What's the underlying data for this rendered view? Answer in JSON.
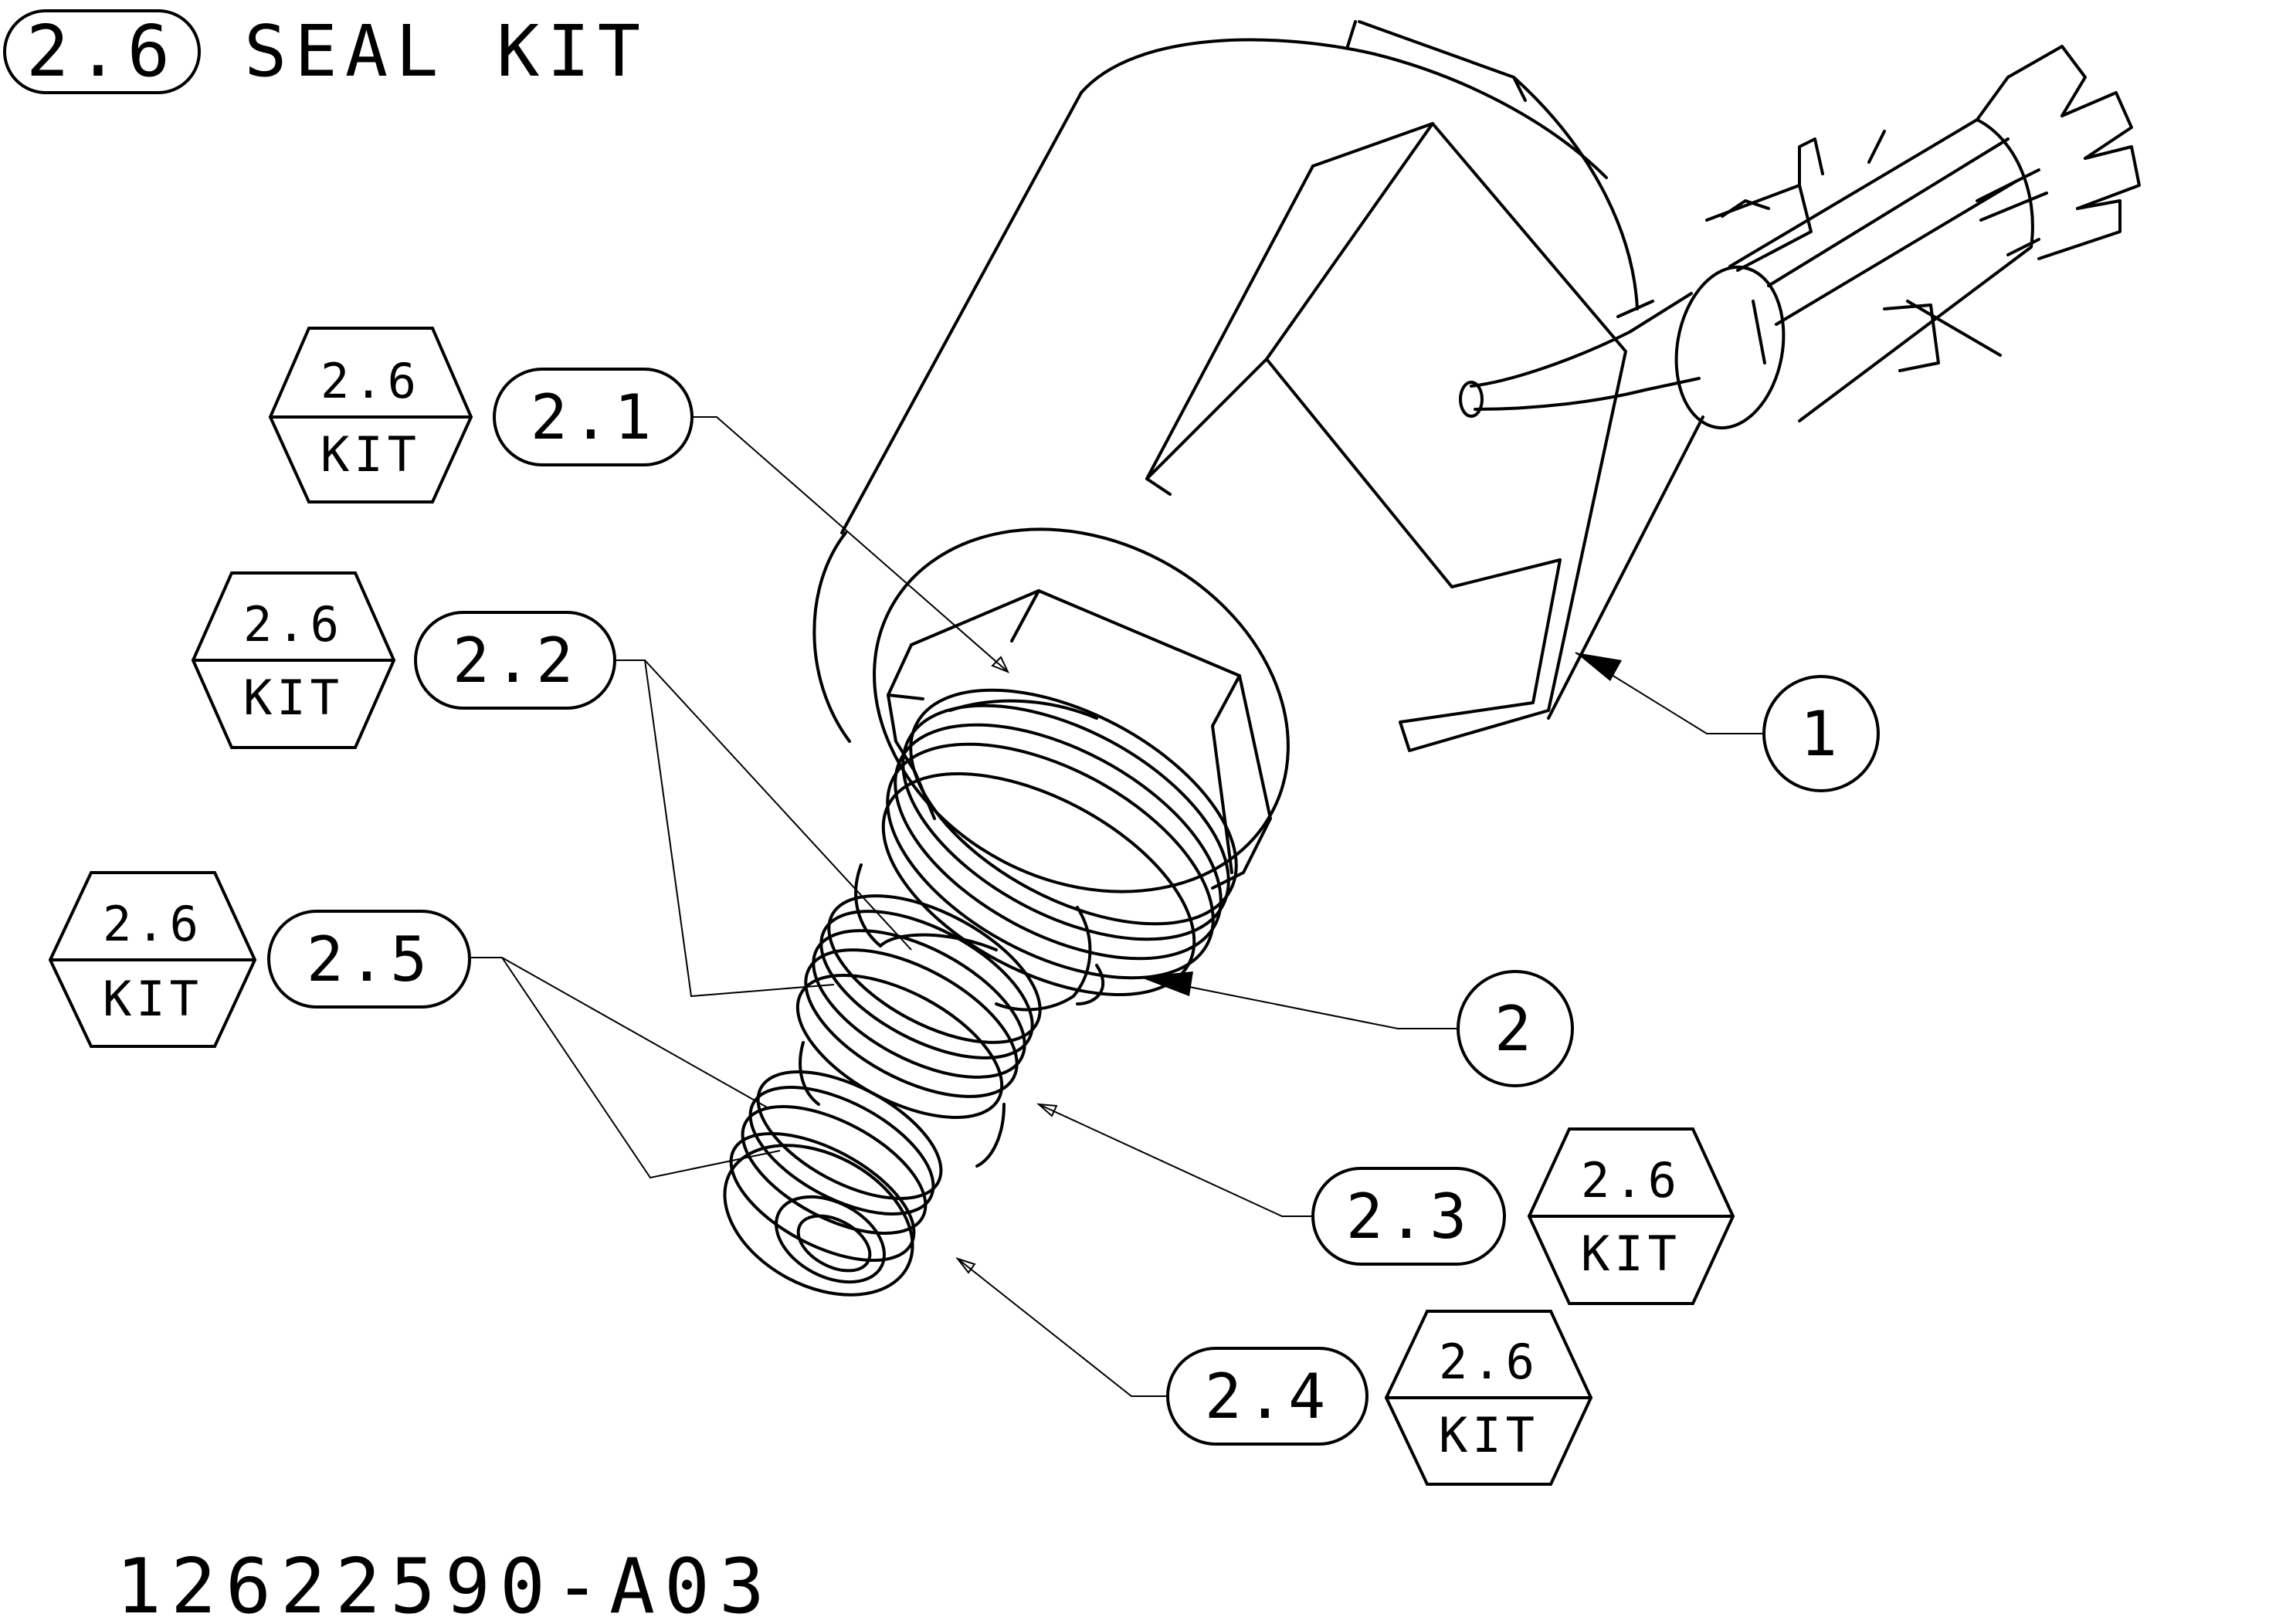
{
  "title": {
    "badge": "2.6",
    "text": "SEAL KIT"
  },
  "callouts": [
    {
      "id": "c-2-1",
      "label": "2.1",
      "kit_number": "2.6",
      "kit_label": "KIT"
    },
    {
      "id": "c-2-2",
      "label": "2.2",
      "kit_number": "2.6",
      "kit_label": "KIT"
    },
    {
      "id": "c-2-5",
      "label": "2.5",
      "kit_number": "2.6",
      "kit_label": "KIT"
    },
    {
      "id": "c-2-3",
      "label": "2.3",
      "kit_number": "2.6",
      "kit_label": "KIT"
    },
    {
      "id": "c-2-4",
      "label": "2.4",
      "kit_number": "2.6",
      "kit_label": "KIT"
    }
  ],
  "item_balloons": [
    {
      "id": "b-1",
      "label": "1"
    },
    {
      "id": "b-2",
      "label": "2"
    }
  ],
  "part_number": "12622590-A03",
  "colors": {
    "ink": "#000000",
    "paper": "#ffffff"
  }
}
